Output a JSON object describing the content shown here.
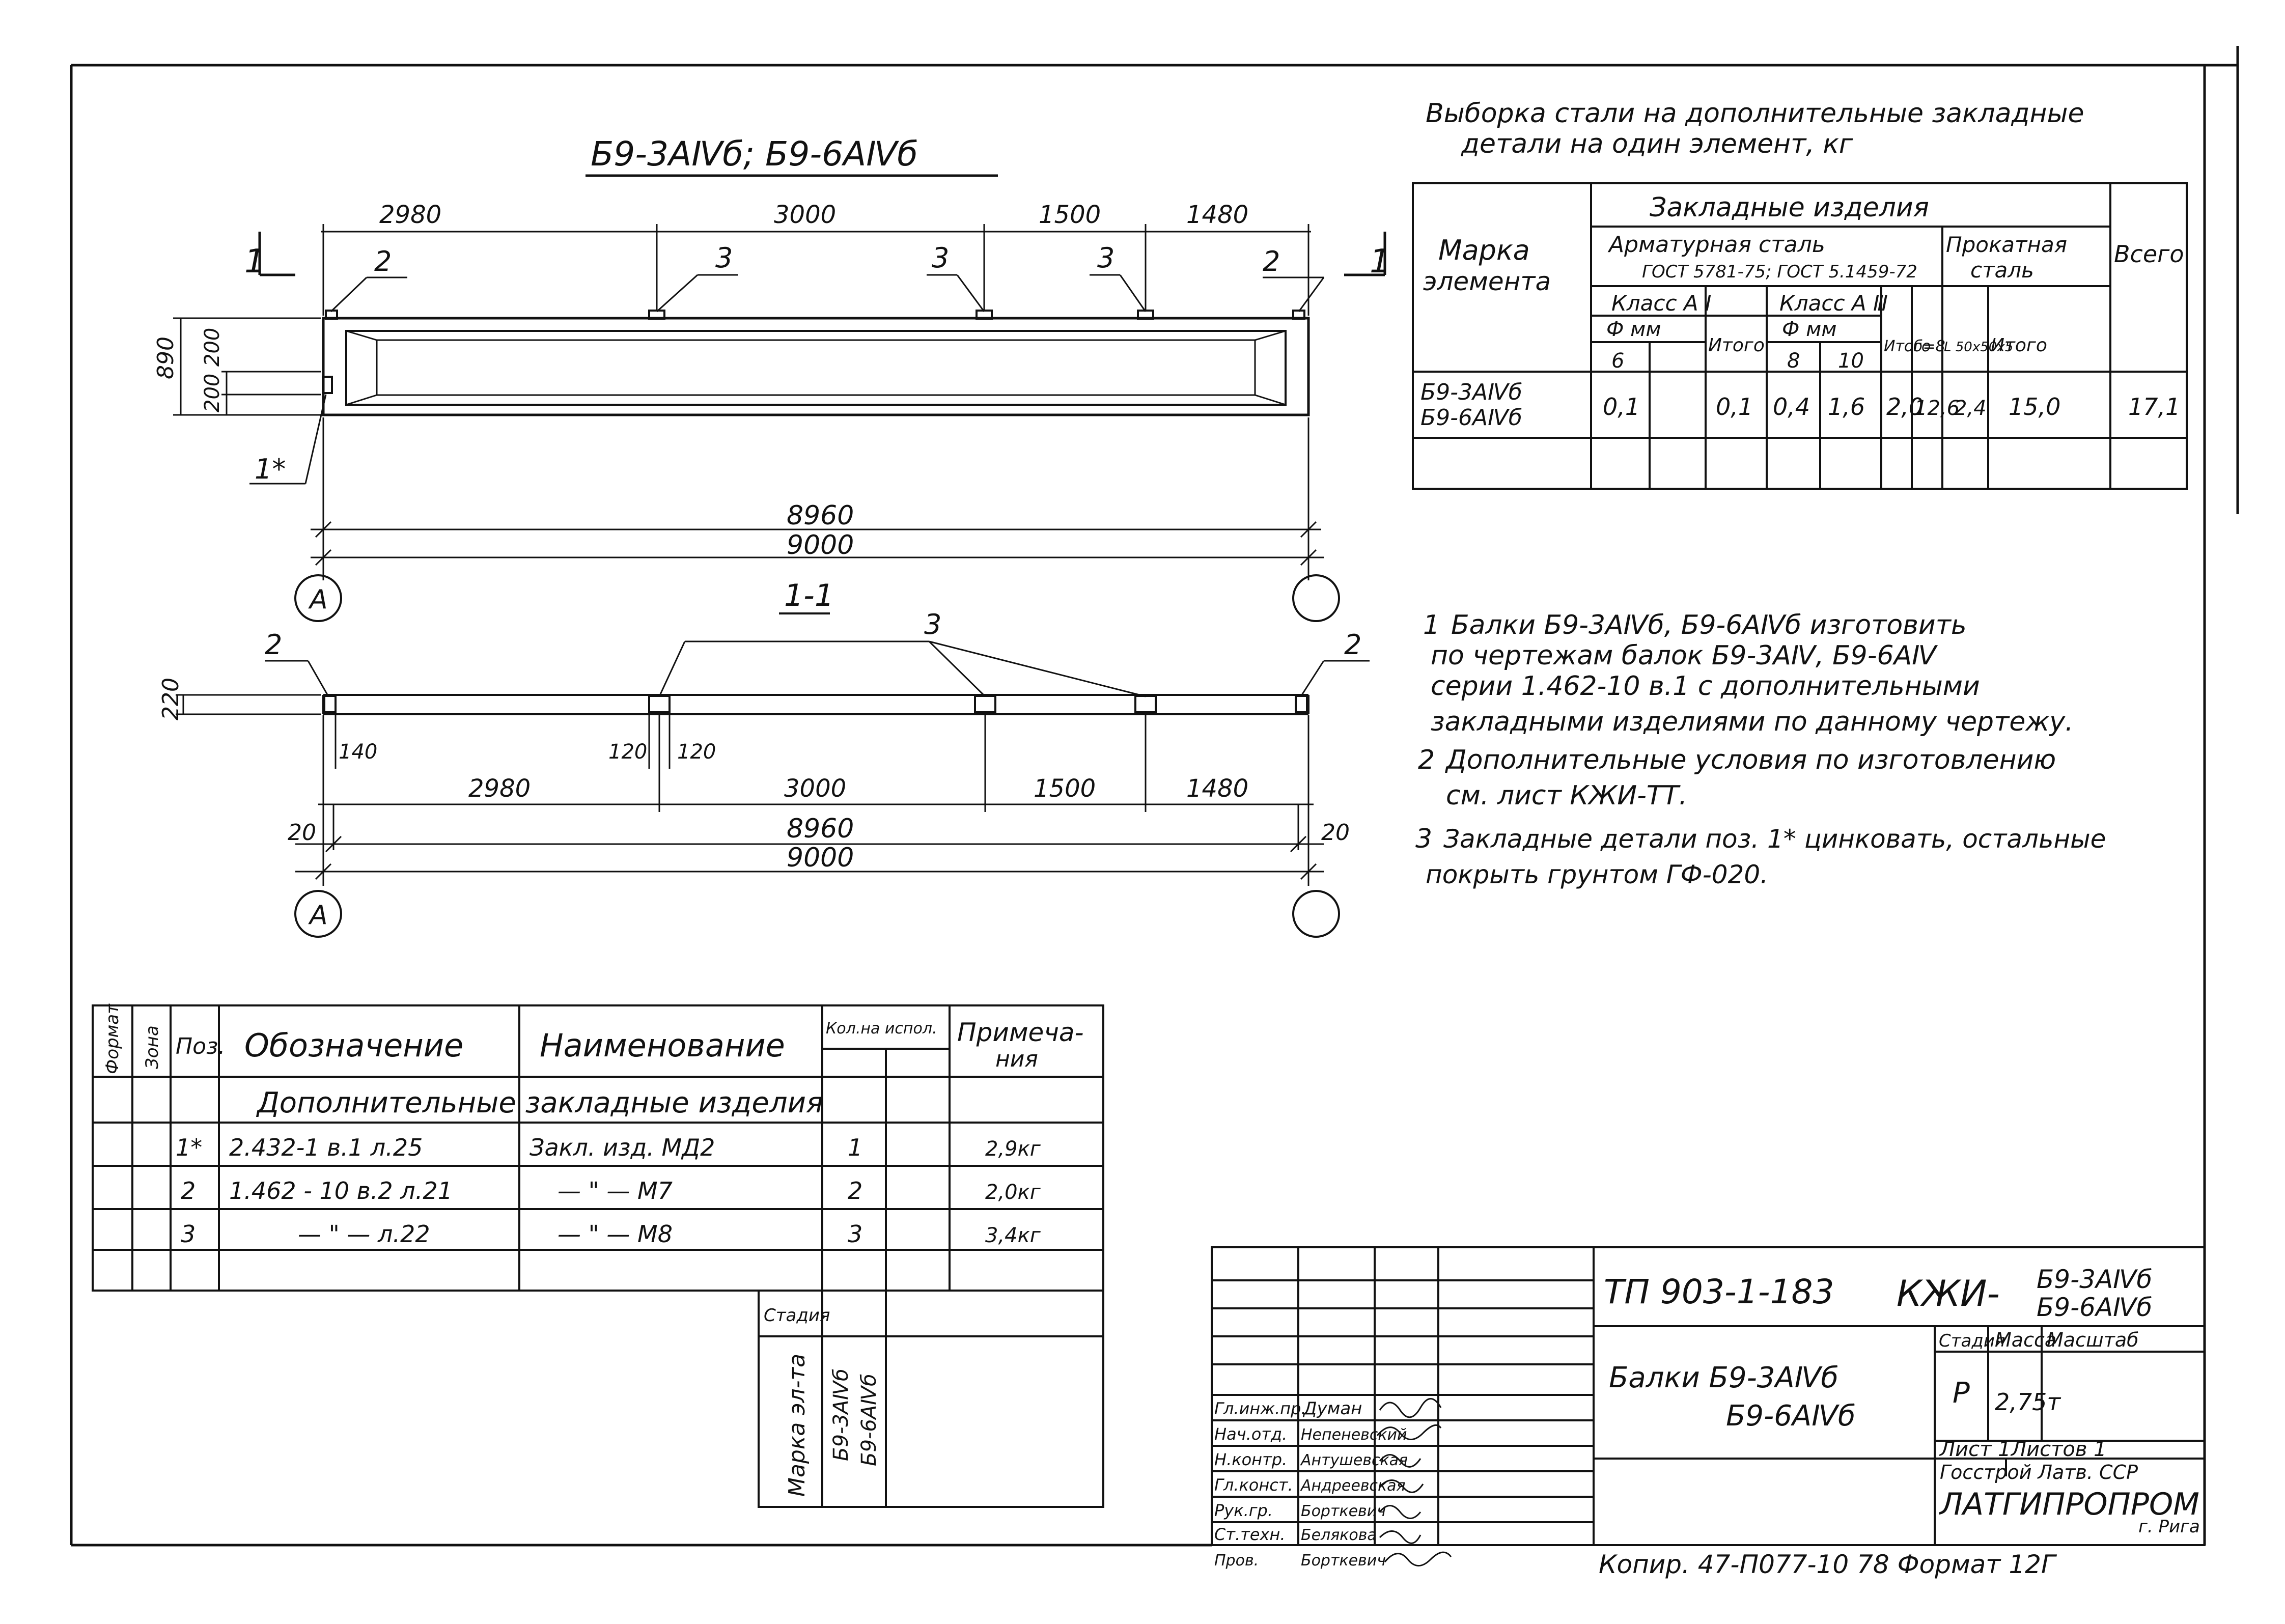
{
  "drawing": {
    "title": "Б9-3АⅣб; Б9-6АⅣб",
    "plan": {
      "top_dims": [
        "2980",
        "3000",
        "1500",
        "1480"
      ],
      "height_dims": [
        "890",
        "200",
        "200"
      ],
      "overall_dims": [
        "8960",
        "9000"
      ],
      "section_mark": "1",
      "callouts": [
        "2",
        "3",
        "3",
        "3",
        "2"
      ],
      "pos1_callout": "1*",
      "axis_label": "А"
    },
    "section": {
      "title": "1-1",
      "height_dim": "220",
      "callout_left": "2",
      "callout_mid": "3",
      "callout_right": "2",
      "small_dims": [
        "140",
        "120",
        "120"
      ],
      "dims": [
        "2980",
        "3000",
        "1500",
        "1480"
      ],
      "end_dims": [
        "20",
        "20"
      ],
      "overall_dims": [
        "8960",
        "9000"
      ],
      "axis_label": "А"
    }
  },
  "steel_table": {
    "title_line1": "Выборка стали на дополнительные закладные",
    "title_line2": "детали на один элемент, кг",
    "h_mark": [
      "Марка",
      "элемента"
    ],
    "h_embedded": "Закладные изделия",
    "h_rebar": [
      "Арматурная сталь",
      "ГОСТ 5781-75; ГОСТ 5.1459-72"
    ],
    "h_rolled": [
      "Прокатная",
      "сталь"
    ],
    "h_total": "Всего",
    "h_class_a1": "Класс А I",
    "h_class_a3": "Класс А Ⅲ",
    "h_phi": "Ф мм",
    "h_itogo": "Итого",
    "h_b8": "б=8",
    "h_l": "L 50х50х5",
    "h_d6": "6",
    "h_d8": "8",
    "h_d10": "10",
    "row_marks": [
      "Б9-3АⅣб",
      "Б9-6АⅣб"
    ],
    "row_values": [
      "0,1",
      "",
      "0,1",
      "0,4",
      "1,6",
      "2,0",
      "12,6",
      "2,4",
      "15,0",
      "17,1"
    ]
  },
  "notes": [
    {
      "num": "1",
      "lines": [
        "Балки Б9-3АⅣб, Б9-6АⅣб изготовить",
        "по чертежам балок Б9-3АⅣ, Б9-6АⅣ",
        "серии 1.462-10 в.1 с дополнительными",
        "закладными изделиями по данному чертежу."
      ]
    },
    {
      "num": "2",
      "lines": [
        "Дополнительные условия по изготовлению",
        "см. лист КЖИ-ТТ."
      ]
    },
    {
      "num": "3",
      "lines": [
        "Закладные детали поз. 1* цинковать, остальные",
        "покрыть грунтом ГФ-020."
      ]
    }
  ],
  "spec": {
    "h_format": "Формат",
    "h_zone": "Зона",
    "h_pos": "Поз.",
    "h_designation": "Обозначение",
    "h_name": "Наименование",
    "h_qty": "Кол.на испол.",
    "h_note": [
      "Примеча-",
      "ния"
    ],
    "group": "Дополнительные закладные изделия",
    "rows": [
      {
        "pos": "1*",
        "designation": "2.432-1  в.1  л.25",
        "name": "Закл. изд.   МД2",
        "qty": "1",
        "note": "2,9кг"
      },
      {
        "pos": "2",
        "designation": "1.462 - 10  в.2  л.21",
        "name": "— \" —     М7",
        "qty": "2",
        "note": "2,0кг"
      },
      {
        "pos": "3",
        "designation": "— \" —     л.22",
        "name": "— \" —     М8",
        "qty": "3",
        "note": "3,4кг"
      }
    ],
    "stage_label": "Стадия",
    "element_mark_label": "Марка эл-та",
    "element_marks": [
      "Б9-3АⅣб",
      "Б9-6АⅣб"
    ]
  },
  "title_block": {
    "project_code": "ТП 903-1-183",
    "sheet_code": "КЖИ-",
    "sheet_marks": [
      "Б9-3АⅣб",
      "Б9-6АⅣб"
    ],
    "name_line1": "Балки  Б9-3АⅣб",
    "name_line2": "Б9-6АⅣб",
    "h_stage": "Стадия",
    "h_mass": "Масса",
    "h_scale": "Масштаб",
    "stage": "Р",
    "mass": "2,75т",
    "scale": "",
    "sheet": "Лист 1",
    "sheets": "Листов 1",
    "org_line": "Госстрой  Латв. ССР",
    "org_name": "ЛАТГИПРОПРОМ",
    "org_city": "г. Рига",
    "staff": [
      {
        "role": "Гл.инж.пр.",
        "name": "Думан"
      },
      {
        "role": "Нач.отд.",
        "name": "Непеневский"
      },
      {
        "role": "Н.контр.",
        "name": "Антушевская"
      },
      {
        "role": "Гл.конст.",
        "name": "Андреевская"
      },
      {
        "role": "Рук.гр.",
        "name": "Бортке­вич"
      },
      {
        "role": "Ст.техн.",
        "name": "Белякова"
      },
      {
        "role": "Пров.",
        "name": "Бортке­вич"
      }
    ],
    "copy_line": "Копир. 47-П077-10   78  Формат 12Г"
  }
}
